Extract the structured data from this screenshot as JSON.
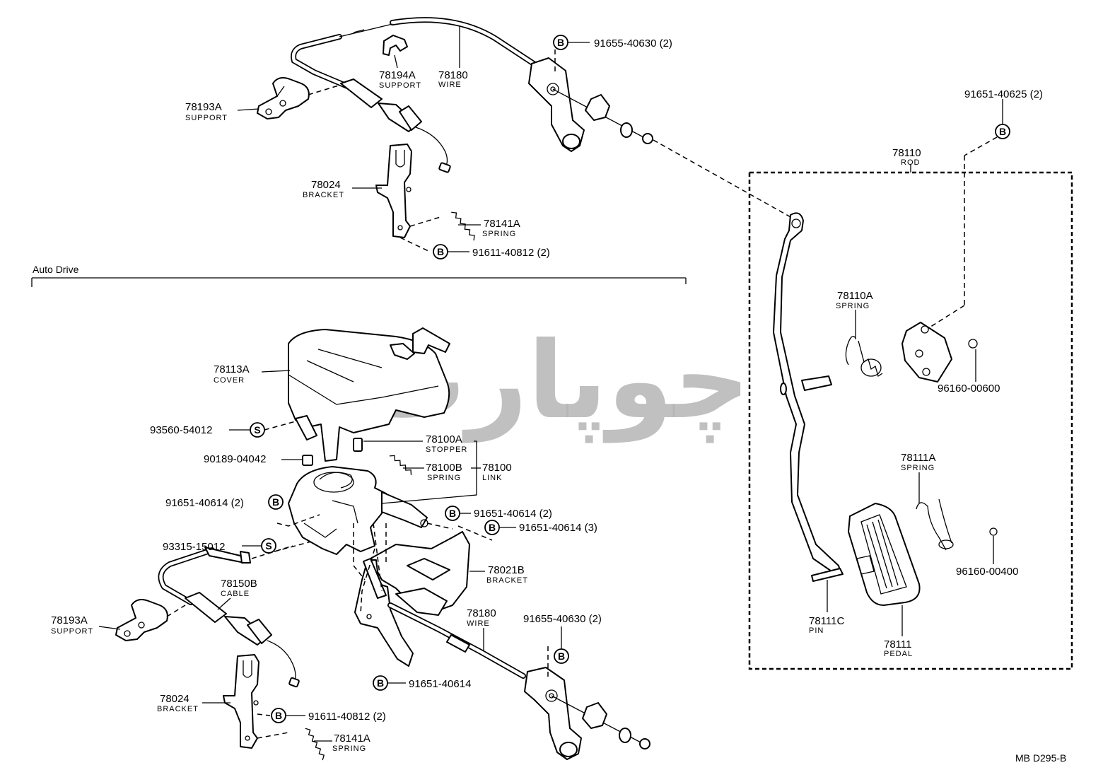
{
  "section_label": "Auto Drive",
  "watermark": "ﭼﻮﭘﺎﺭﺕ",
  "diagram_code": "MB D295-B",
  "badges": {
    "b": "B",
    "s": "S"
  },
  "callouts": {
    "top_78193a": {
      "number": "78193A",
      "name": "SUPPORT"
    },
    "top_78194a": {
      "number": "78194A",
      "name": "SUPPORT"
    },
    "top_78180": {
      "number": "78180",
      "name": "WIRE"
    },
    "top_91655": {
      "number": "91655-40630 (2)"
    },
    "top_78024": {
      "number": "78024",
      "name": "BRACKET"
    },
    "top_78141a": {
      "number": "78141A",
      "name": "SPRING"
    },
    "top_91611": {
      "number": "91611-40812 (2)"
    },
    "right_91651": {
      "number": "91651-40625 (2)"
    },
    "rod_78110": {
      "number": "78110",
      "name": "ROD"
    },
    "spring_78110a": {
      "number": "78110A",
      "name": "SPRING"
    },
    "clip_96160_00600": {
      "number": "96160-00600"
    },
    "spring_78111a": {
      "number": "78111A",
      "name": "SPRING"
    },
    "clip_96160_00400": {
      "number": "96160-00400"
    },
    "pin_78111c": {
      "number": "78111C",
      "name": "PIN"
    },
    "pedal_78111": {
      "number": "78111",
      "name": "PEDAL"
    },
    "cover_78113a": {
      "number": "78113A",
      "name": "COVER"
    },
    "s_93560": {
      "number": "93560-54012"
    },
    "stopper_78100a": {
      "number": "78100A",
      "name": "STOPPER"
    },
    "nut_90189": {
      "number": "90189-04042"
    },
    "spring_78100b": {
      "number": "78100B",
      "name": "SPRING"
    },
    "link_78100": {
      "number": "78100",
      "name": "LINK"
    },
    "left_91651_2": {
      "number": "91651-40614 (2)"
    },
    "mid_91651_2": {
      "number": "91651-40614 (2)"
    },
    "mid_91651_3": {
      "number": "91651-40614 (3)"
    },
    "s_93315": {
      "number": "93315-15012"
    },
    "bracket_78021b": {
      "number": "78021B",
      "name": "BRACKET"
    },
    "cable_78150b": {
      "number": "78150B",
      "name": "CABLE"
    },
    "bot_78193a": {
      "number": "78193A",
      "name": "SUPPORT"
    },
    "bot_78180": {
      "number": "78180",
      "name": "WIRE"
    },
    "bot_91655": {
      "number": "91655-40630 (2)"
    },
    "bot_91651": {
      "number": "91651-40614"
    },
    "bot_78024": {
      "number": "78024",
      "name": "BRACKET"
    },
    "bot_91611": {
      "number": "91611-40812 (2)"
    },
    "bot_78141a": {
      "number": "78141A",
      "name": "SPRING"
    }
  }
}
